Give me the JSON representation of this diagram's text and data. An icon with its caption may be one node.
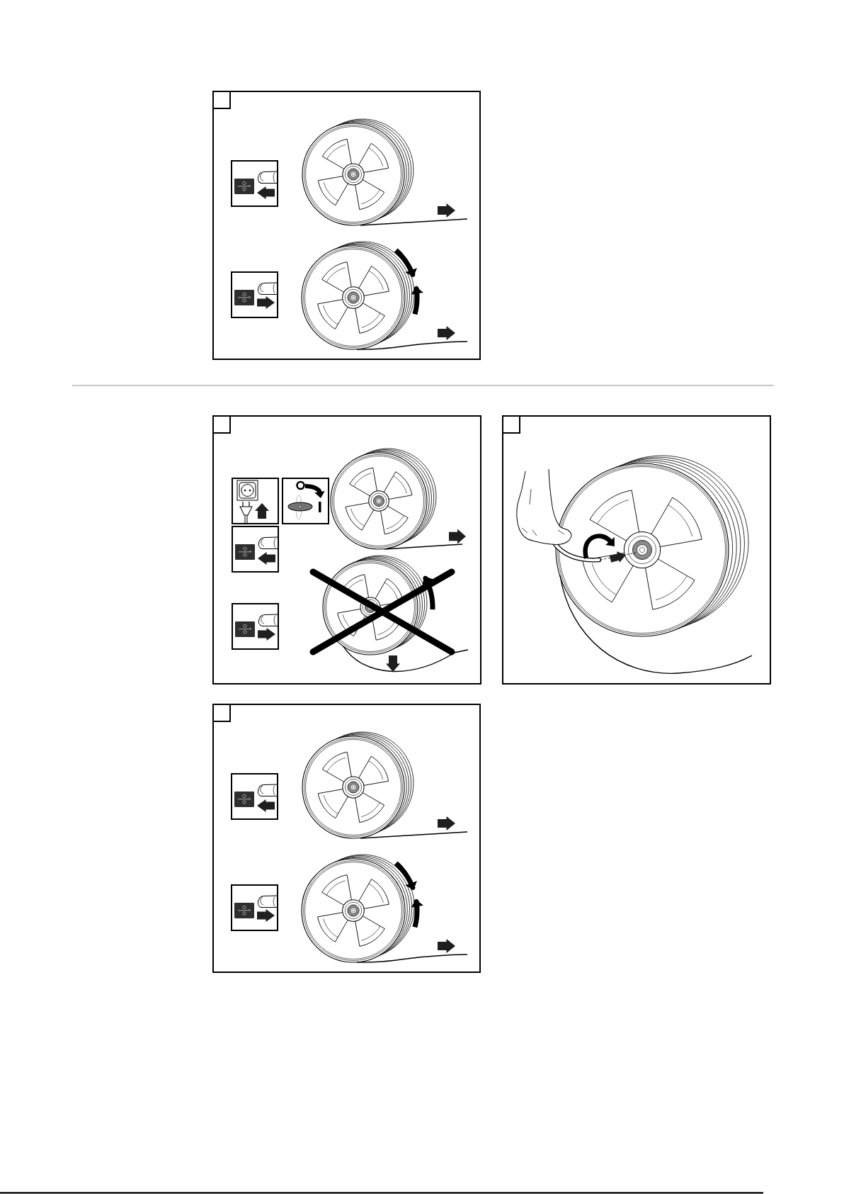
{
  "diagram": {
    "nodes": [
      {
        "text": [],
        "shape": "box"
      },
      {
        "text": [],
        "shape": "box",
        "in": 0
      },
      {
        "text": [],
        "shape": "box"
      },
      {
        "text": [],
        "shape": "box",
        "in": 2
      },
      {
        "text": [],
        "shape": "box"
      },
      {
        "text": [],
        "shape": "box",
        "in": 4
      },
      {
        "text": [],
        "shape": "box"
      },
      {
        "text": [],
        "shape": "box",
        "in": 6
      }
    ]
  }
}
